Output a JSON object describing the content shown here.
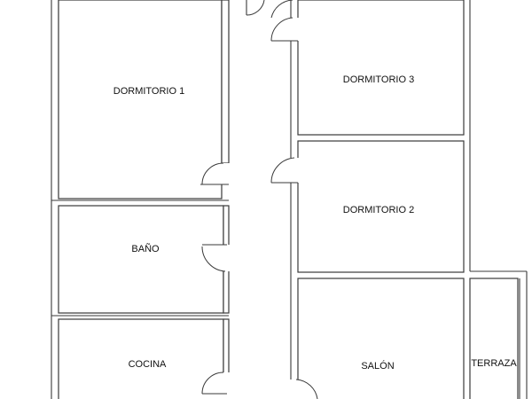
{
  "rooms": {
    "dormitorio_1": "DORMITORIO 1",
    "dormitorio_2": "DORMITORIO 2",
    "dormitorio_3": "DORMITORIO 3",
    "bano": "BAÑO",
    "cocina": "COCINA",
    "salon": "SALÓN",
    "terraza": "TERRAZA"
  },
  "colors": {
    "wall_stroke": "#3a3a3a",
    "background": "#ffffff",
    "label": "#111111"
  }
}
